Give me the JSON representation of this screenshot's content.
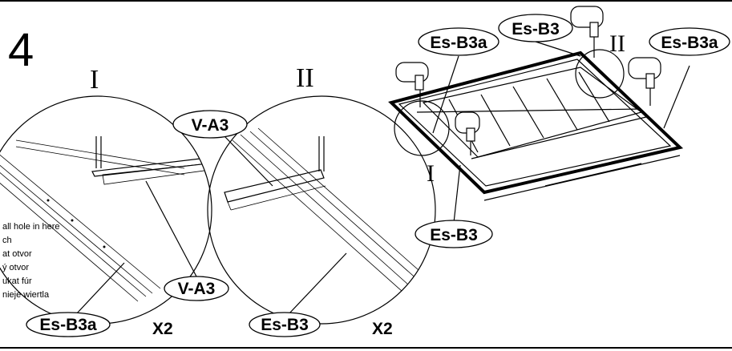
{
  "step": {
    "number": "4",
    "detail_marks": [
      "I",
      "II"
    ]
  },
  "labels": {
    "es_b3a": "Es-B3a",
    "es_b3": "Es-B3",
    "v_a3": "V-A3"
  },
  "quantity": "X2",
  "drill_note_lines": [
    "all hole  in here",
    "ch",
    "at otvor",
    "ý otvor",
    "ukat fúr",
    "nieje wiertla"
  ]
}
